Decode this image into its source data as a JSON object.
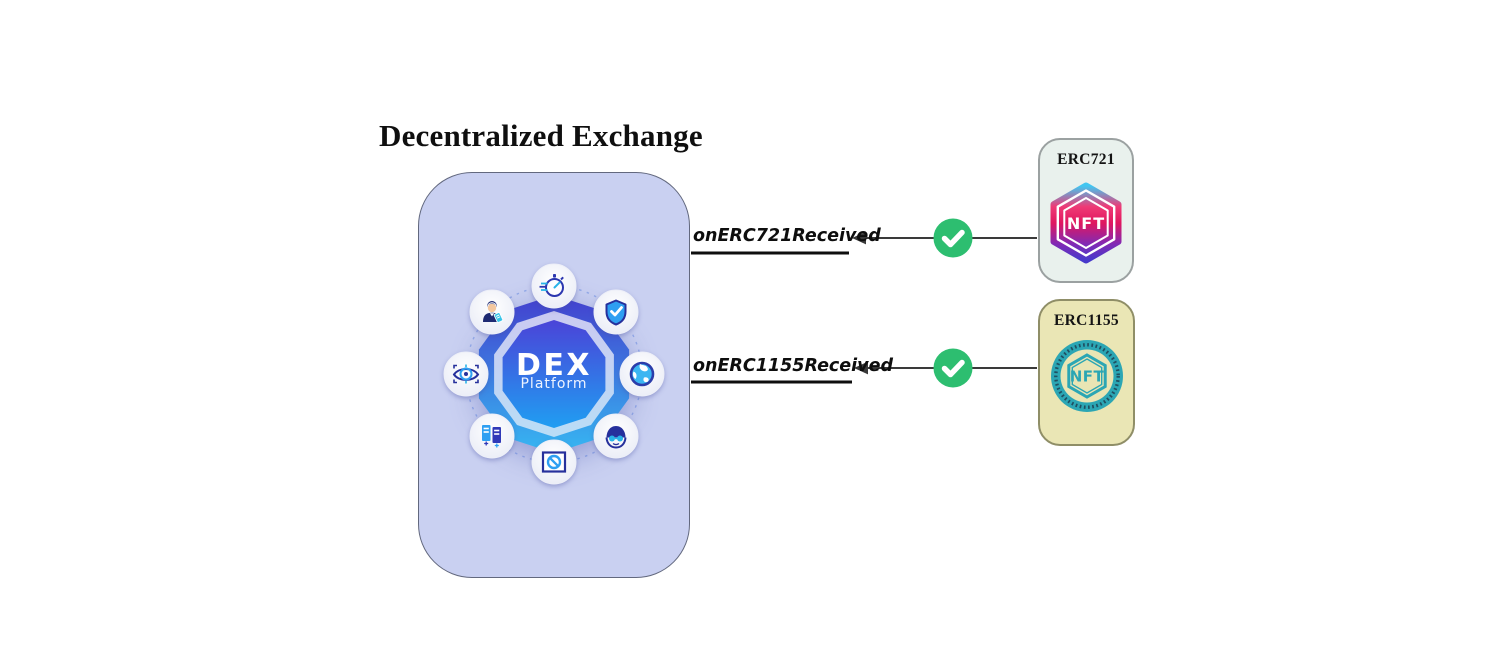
{
  "title": "Decentralized Exchange",
  "colors": {
    "dex_box_bg": "#c9d0f1",
    "dex_box_border": "#62687e",
    "arrow": "#3a3a3a",
    "check_green": "#2dbe70",
    "erc721_bg": "#e9f1ed",
    "erc721_border": "#9ba1a1",
    "erc1155_bg": "#eae6b5",
    "erc1155_border": "#8f8e67",
    "emblem_gradient_top": "#433fce",
    "emblem_gradient_bottom": "#36b7f2",
    "nft_hex_gradient": [
      "#41c6f1",
      "#e0175f",
      "#4739cb"
    ],
    "nft_seal_teal": "#2ba6b4"
  },
  "dex": {
    "emblem_title": "DEX",
    "emblem_subtitle": "Platform",
    "feature_icons": [
      {
        "icon": "timer-icon"
      },
      {
        "icon": "shield-check-icon"
      },
      {
        "icon": "globe-icon"
      },
      {
        "icon": "hacker-icon"
      },
      {
        "icon": "ban-icon"
      },
      {
        "icon": "server-icon"
      },
      {
        "icon": "target-eye-icon"
      },
      {
        "icon": "trader-icon"
      }
    ]
  },
  "edges": [
    {
      "label": "onERC721Received",
      "status_icon": "check-circle-icon"
    },
    {
      "label": "onERC1155Received",
      "status_icon": "check-circle-icon"
    }
  ],
  "nodes": [
    {
      "label": "ERC721",
      "badge_text": "NFT",
      "icon": "nft-hexagon-icon"
    },
    {
      "label": "ERC1155",
      "badge_text": "NFT",
      "icon": "nft-seal-icon"
    }
  ]
}
